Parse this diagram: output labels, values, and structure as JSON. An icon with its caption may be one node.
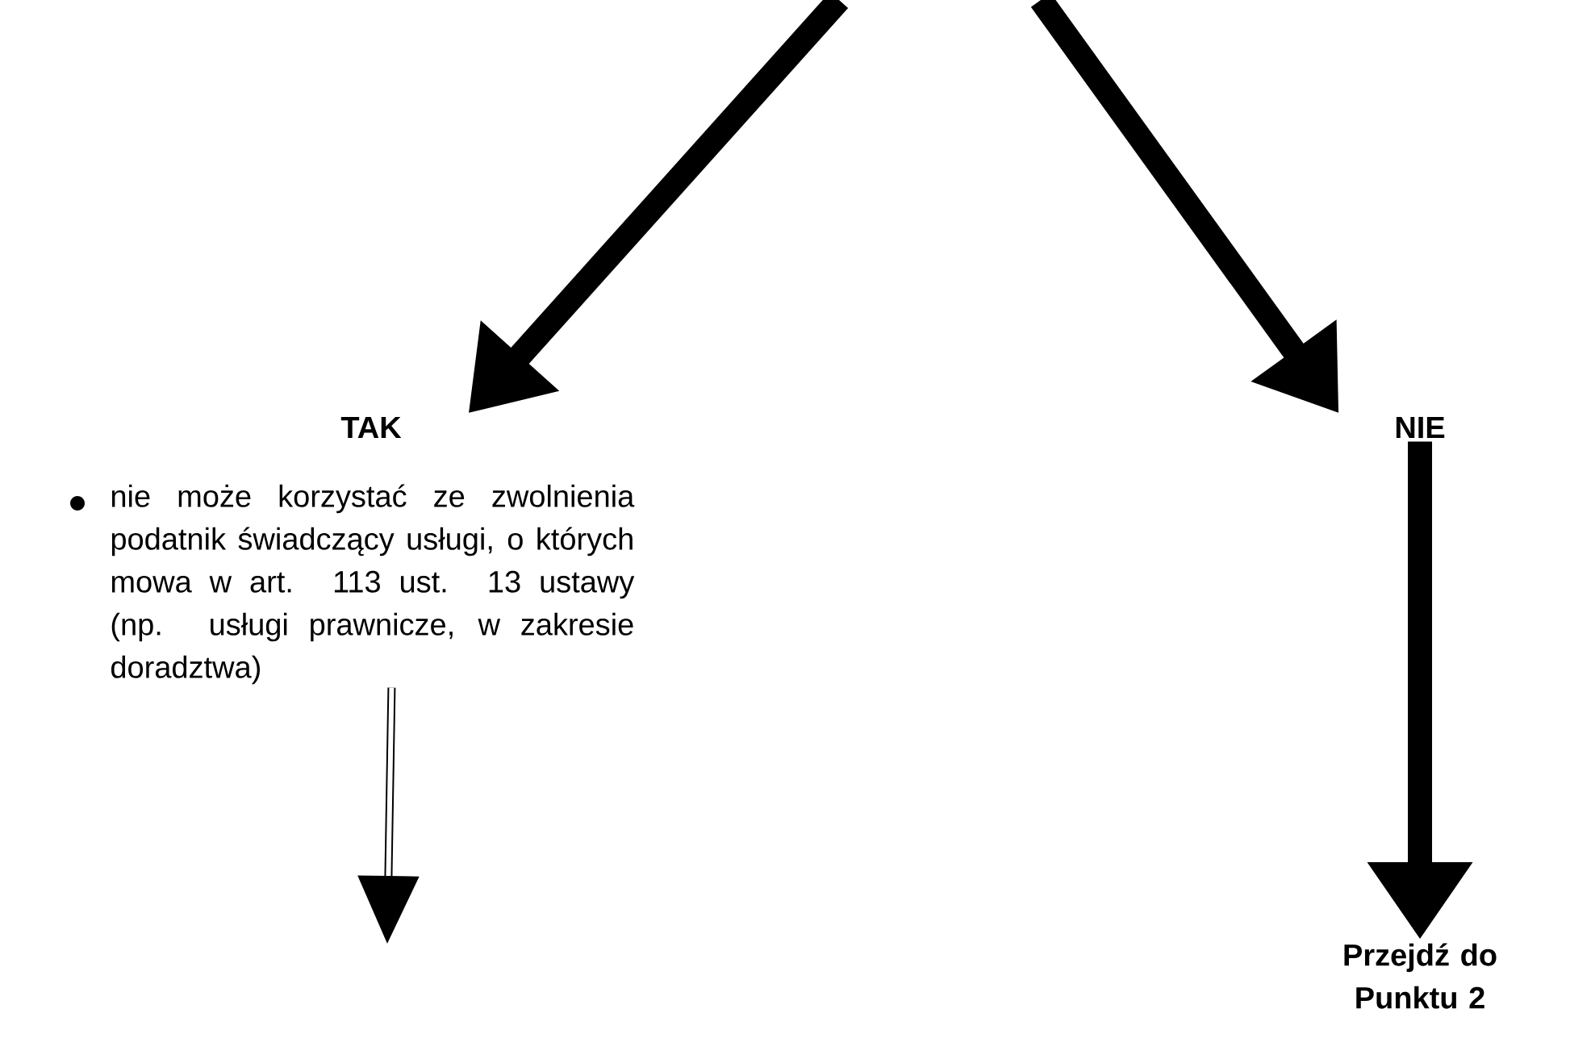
{
  "diagram": {
    "nodes": [
      {
        "text": [
          "TAK"
        ]
      },
      {
        "text": [
          "nie może korzystać ze zwolnienia podatnik świadczący usługi, o których mowa w art. 113 ust. 13 ustawy (np. usługi prawnicze, w zakresie doradztwa)"
        ]
      },
      {
        "text": [
          "NIE"
        ]
      },
      {
        "text": [
          "Przejdź do Punktu 2"
        ]
      }
    ],
    "edges": [
      {
        "from": null,
        "to": 0,
        "arrow": "to"
      },
      {
        "from": null,
        "to": 2,
        "arrow": "to"
      },
      {
        "from": 2,
        "to": 3,
        "arrow": "to"
      },
      {
        "from": 1,
        "to": null,
        "arrow": "to"
      }
    ]
  }
}
